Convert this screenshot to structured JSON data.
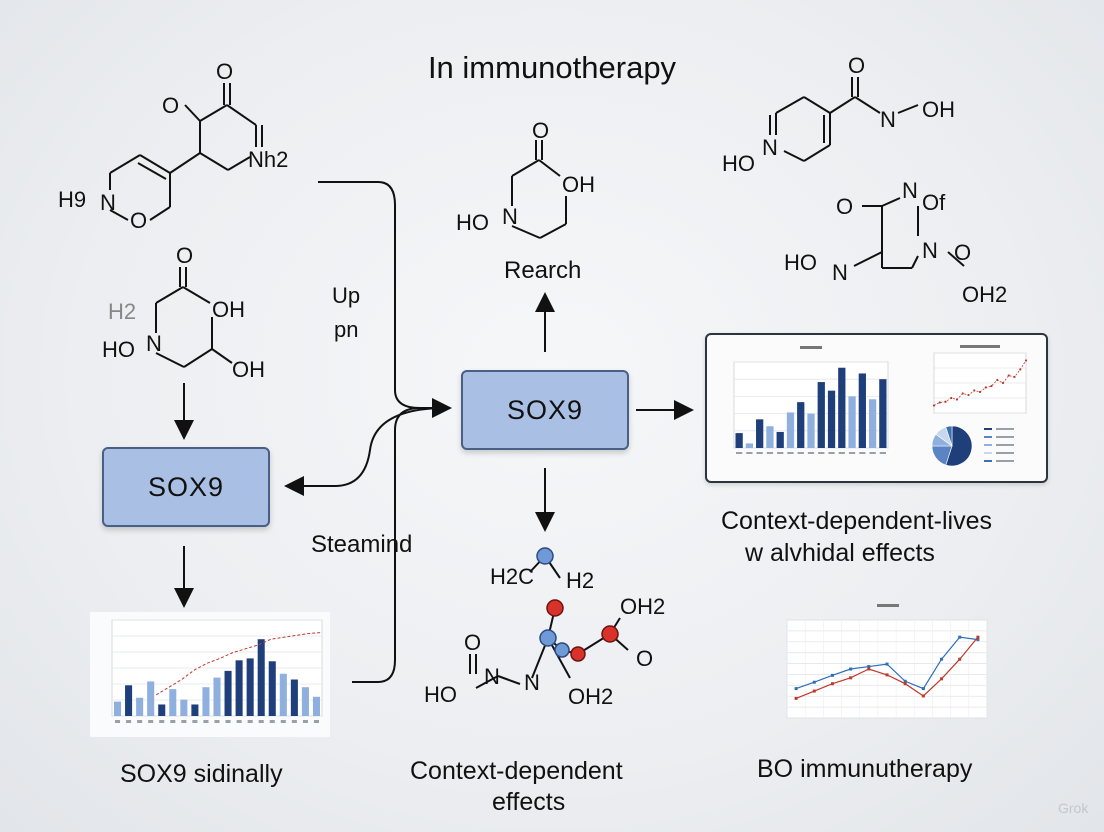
{
  "title": "In immunotherapy",
  "labels": {
    "up_pn_1": "Up",
    "up_pn_2": "pn",
    "steamind": "Steamind",
    "rearch": "Rearch",
    "sox9_left": "SOX9",
    "sox9_center": "SOX9"
  },
  "captions": {
    "bottom_left": "SOX9 sidinally",
    "bottom_center_1": "Context-dependent",
    "bottom_center_2": "effects",
    "right_1": "Context-dependent-lives",
    "right_2": "w alvhidal effects",
    "bottom_right": "BO immunutherapy"
  },
  "molecules": {
    "top_left": {
      "atoms": [
        "O",
        "O",
        "Nh2",
        "H9",
        "N",
        "O"
      ]
    },
    "left_mid": {
      "atoms": [
        "O",
        "OH",
        "H2",
        "HO",
        "N",
        "OH"
      ]
    },
    "center_top": {
      "atoms": [
        "O",
        "OH",
        "HO",
        "N"
      ]
    },
    "top_right": {
      "atoms": [
        "O",
        "N",
        "OH",
        "HO",
        "N"
      ]
    },
    "right_mid": {
      "atoms": [
        "O",
        "N",
        "Of",
        "HO",
        "N",
        "N",
        "O",
        "OH2"
      ]
    },
    "center_bottom": {
      "atoms": [
        "H2C",
        "H2",
        "OH2",
        "O",
        "O",
        "HO",
        "N",
        "N",
        "OH2"
      ]
    }
  },
  "colors": {
    "box_fill": "#a9c0e4",
    "box_border": "#4a5f86",
    "bar_dark": "#1f3f7a",
    "bar_light": "#8fb0df",
    "line_red": "#c0392b",
    "line_blue": "#2e6fb8",
    "atom_blue": "#6f9ad6",
    "atom_red": "#d9322a"
  },
  "watermark": "Grok",
  "chart_data": [
    {
      "type": "bar",
      "title": "",
      "values": [
        15,
        32,
        19,
        36,
        12,
        28,
        17,
        12,
        30,
        40,
        47,
        58,
        60,
        80,
        57,
        44,
        38,
        30,
        20
      ],
      "line": [
        22,
        30,
        38,
        48,
        55,
        60,
        66,
        70,
        74,
        80,
        82,
        84,
        86,
        87
      ],
      "ylim": [
        0,
        100
      ]
    },
    {
      "type": "bar",
      "title": "Duatsus",
      "values": [
        26,
        8,
        50,
        38,
        28,
        62,
        80,
        60,
        115,
        100,
        140,
        90,
        130,
        85,
        120
      ],
      "ylim": [
        0,
        150
      ]
    },
    {
      "type": "line",
      "title": "Hessaulustang",
      "values": [
        10,
        14,
        15,
        20,
        18,
        26,
        24,
        30,
        28,
        34,
        36,
        44,
        40,
        50,
        48,
        58,
        70
      ],
      "ylim": [
        0,
        80
      ]
    },
    {
      "type": "pie",
      "values": [
        55,
        20,
        10,
        10,
        5
      ]
    },
    {
      "type": "line",
      "title": "Dubbig",
      "x": [
        0,
        1,
        2,
        3,
        4,
        5,
        6,
        7,
        8,
        9,
        10
      ],
      "xlim": [
        0,
        11
      ],
      "series": [
        {
          "values": [
            60,
            73,
            87,
            100,
            105,
            110,
            75,
            60,
            120,
            165,
            160
          ]
        },
        {
          "values": [
            40,
            55,
            70,
            82,
            100,
            88,
            70,
            45,
            80,
            120,
            165
          ]
        }
      ],
      "ylim": [
        0,
        200
      ]
    }
  ]
}
